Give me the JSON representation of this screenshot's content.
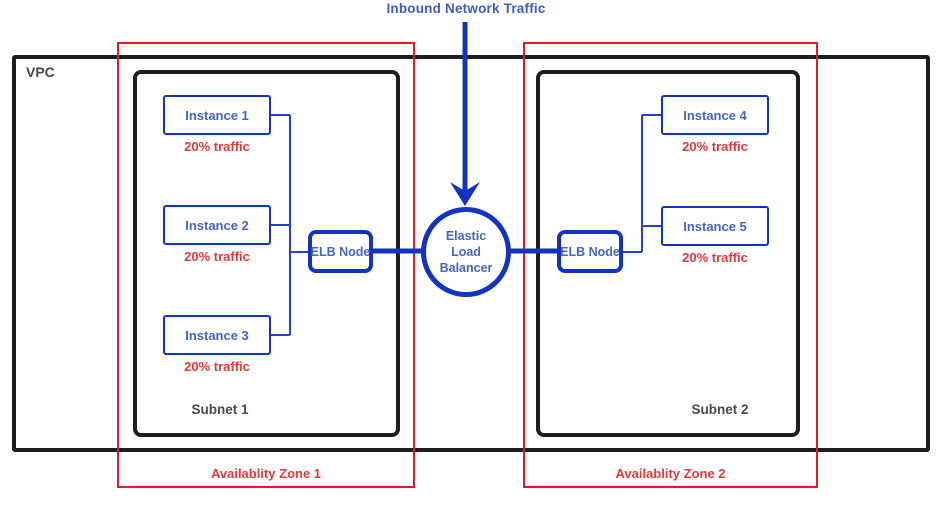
{
  "title": "Inbound Network Traffic",
  "colors": {
    "blue_border": "#1233c2",
    "blue_text": "#4565cd",
    "red_border": "#dd1f1f",
    "red_text": "#e03b3b",
    "dark_border": "#1e1e1e",
    "gray_text": "#4a4a4a"
  },
  "vpc": {
    "label": "VPC"
  },
  "zones": [
    {
      "label": "Availablity Zone 1"
    },
    {
      "label": "Availablity Zone 2"
    }
  ],
  "subnets": [
    {
      "label": "Subnet 1"
    },
    {
      "label": "Subnet 2"
    }
  ],
  "instances": [
    {
      "label": "Instance 1",
      "traffic": "20% traffic"
    },
    {
      "label": "Instance 2",
      "traffic": "20% traffic"
    },
    {
      "label": "Instance 3",
      "traffic": "20% traffic"
    },
    {
      "label": "Instance 4",
      "traffic": "20% traffic"
    },
    {
      "label": "Instance 5",
      "traffic": "20% traffic"
    }
  ],
  "elb_nodes": [
    {
      "label": "ELB Node"
    },
    {
      "label": "ELB Node"
    }
  ],
  "load_balancer": {
    "label": "Elastic Load Balancer"
  }
}
